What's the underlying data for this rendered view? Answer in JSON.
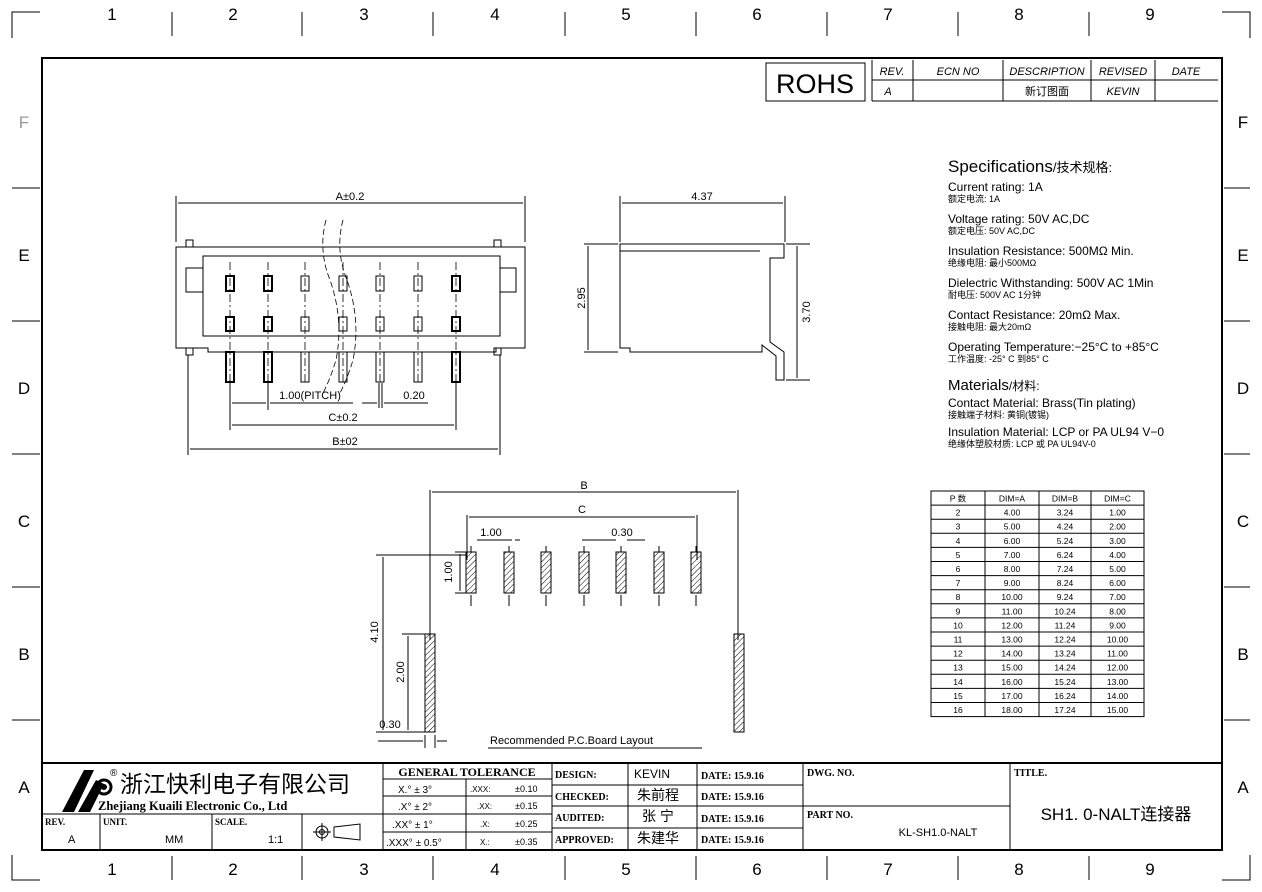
{
  "grid": {
    "columns": [
      "1",
      "2",
      "3",
      "4",
      "5",
      "6",
      "7",
      "8",
      "9"
    ],
    "rows": [
      "F",
      "E",
      "D",
      "C",
      "B",
      "A"
    ]
  },
  "rohs": "ROHS",
  "revision_table": {
    "headers": [
      "REV.",
      "ECN NO",
      "DESCRIPTION",
      "REVISED",
      "DATE"
    ],
    "row": [
      "A",
      "",
      "新订图面",
      "KEVIN",
      ""
    ]
  },
  "front_view": {
    "dim_a": "A±0.2",
    "pitch": "1.00(PITCH)",
    "gap": "0.20",
    "dim_c": "C±0.2",
    "dim_b": "B±02"
  },
  "side_view": {
    "width": "4.37",
    "height": "2.95",
    "total_height": "3.70"
  },
  "pcb_layout": {
    "dim_b": "B",
    "dim_c": "C",
    "pitch": "1.00",
    "pad_width": "0.30",
    "pad_length": "1.00",
    "height": "4.10",
    "mount_length": "2.00",
    "mount_width": "0.30",
    "caption": "Recommended P.C.Board  Layout"
  },
  "specifications": {
    "title": "Specifications",
    "title_cn": "/技术规格:",
    "items": [
      {
        "en": "Current rating: 1A",
        "cn": "额定电流: 1A"
      },
      {
        "en": "Voltage rating: 50V AC,DC",
        "cn": "额定电压: 50V AC,DC"
      },
      {
        "en": "Insulation Resistance: 500MΩ  Min.",
        "cn": "绝缘电阻: 最小500MΩ"
      },
      {
        "en": "Dielectric Withstanding:  500V AC  1Min",
        "cn": "耐电压: 500V AC  1分钟"
      },
      {
        "en": "Contact Resistance:  20mΩ  Max.",
        "cn": "接触电阻: 最大20mΩ"
      },
      {
        "en": "Operating Temperature:−25°C to +85°C",
        "cn": "工作温度: -25° C 到85° C"
      }
    ],
    "materials_title": "Materials",
    "materials_title_cn": "/材料:",
    "materials": [
      {
        "en": "Contact Material: Brass(Tin plating)",
        "cn": "接触端子材料: 黄铜(镀锡)"
      },
      {
        "en": "Insulation Material: LCP or PA UL94 V−0",
        "cn": "绝缘体塑胶材质: LCP 或 PA UL94V-0"
      }
    ]
  },
  "dim_table": {
    "headers": [
      "P 数",
      "DIM=A",
      "DIM=B",
      "DIM=C"
    ],
    "rows": [
      [
        "2",
        "4.00",
        "3.24",
        "1.00"
      ],
      [
        "3",
        "5.00",
        "4.24",
        "2.00"
      ],
      [
        "4",
        "6.00",
        "5.24",
        "3.00"
      ],
      [
        "5",
        "7.00",
        "6.24",
        "4.00"
      ],
      [
        "6",
        "8.00",
        "7.24",
        "5.00"
      ],
      [
        "7",
        "9.00",
        "8.24",
        "6.00"
      ],
      [
        "8",
        "10.00",
        "9.24",
        "7.00"
      ],
      [
        "9",
        "11.00",
        "10.24",
        "8.00"
      ],
      [
        "10",
        "12.00",
        "11.24",
        "9.00"
      ],
      [
        "11",
        "13.00",
        "12.24",
        "10.00"
      ],
      [
        "12",
        "14.00",
        "13.24",
        "11.00"
      ],
      [
        "13",
        "15.00",
        "14.24",
        "12.00"
      ],
      [
        "14",
        "16.00",
        "15.24",
        "13.00"
      ],
      [
        "15",
        "17.00",
        "16.24",
        "14.00"
      ],
      [
        "16",
        "18.00",
        "17.24",
        "15.00"
      ]
    ]
  },
  "title_block": {
    "company_cn": "浙江快利电子有限公司",
    "company_en": "Zhejiang Kuaili Electronic Co., Ltd",
    "registered": "®",
    "rev_label": "REV.",
    "rev": "A",
    "unit_label": "UNIT.",
    "unit": "MM",
    "scale_label": "SCALE.",
    "scale": "1:1",
    "tolerance_title": "GENERAL  TOLERANCE",
    "angular": [
      "X.° ± 3°",
      ".X° ± 2°",
      ".XX° ± 1°",
      ".XXX° ± 0.5°"
    ],
    "linear": [
      [
        ".XXX:",
        "±0.10"
      ],
      [
        ".XX:",
        "±0.15"
      ],
      [
        ".X:",
        "±0.25"
      ],
      [
        "X.:",
        "±0.35"
      ]
    ],
    "signoff": [
      {
        "role": "DESIGN:",
        "name": "KEVIN",
        "date": "DATE: 15.9.16"
      },
      {
        "role": "CHECKED:",
        "name": "朱前程",
        "date": "DATE: 15.9.16"
      },
      {
        "role": "AUDITED:",
        "name": "张  宁",
        "date": "DATE: 15.9.16"
      },
      {
        "role": "APPROVED:",
        "name": "朱建华",
        "date": "DATE: 15.9.16"
      }
    ],
    "dwg_no_label": "DWG. NO.",
    "part_no_label": "PART NO.",
    "part_no": "KL-SH1.0-NALT",
    "title_label": "TITLE.",
    "title": "SH1. 0-NALT连接器"
  }
}
